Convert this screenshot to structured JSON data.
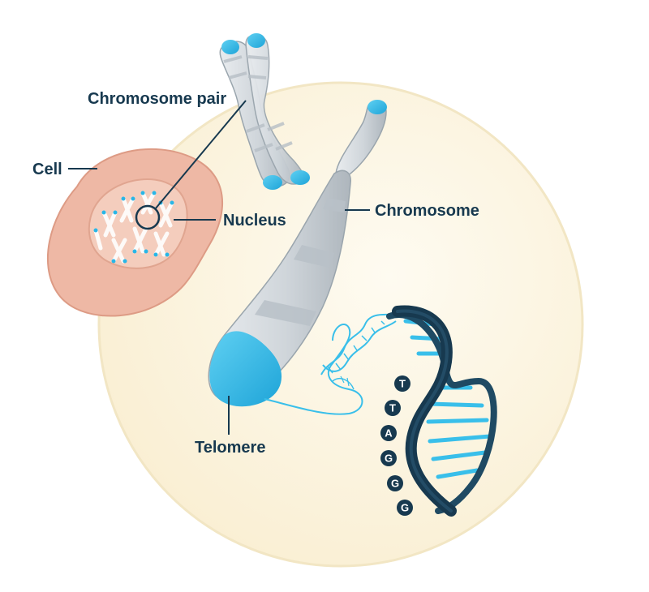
{
  "labels": {
    "chromosome_pair": "Chromosome pair",
    "cell": "Cell",
    "nucleus": "Nucleus",
    "chromosome": "Chromosome",
    "telomere": "Telomere"
  },
  "telomere_sequence": [
    "T",
    "T",
    "A",
    "G",
    "G",
    "G"
  ],
  "colors": {
    "background_circle": "#fbf3dc",
    "cell_outer": "#eeb8a5",
    "cell_inner": "#f2c7b5",
    "chromosome_gray": "#d5dade",
    "telomere_blue": "#29b6e6",
    "dna_dark": "#17394f",
    "label_text": "#17394f"
  }
}
